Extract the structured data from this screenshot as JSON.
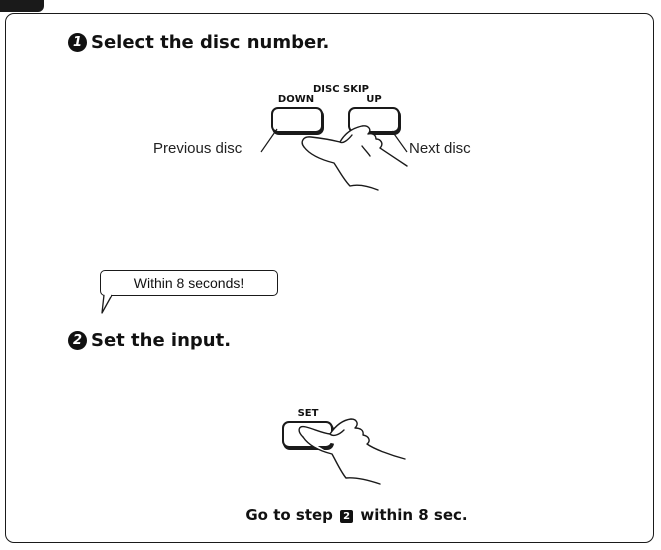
{
  "step1": {
    "number": "1",
    "title": "Select the disc number.",
    "group_label": "DISC SKIP",
    "down_label": "DOWN",
    "up_label": "UP",
    "previous_text": "Previous disc",
    "next_text": "Next disc"
  },
  "callout": {
    "text": "Within 8 seconds!"
  },
  "step2": {
    "number": "2",
    "title": "Set the input.",
    "set_label": "SET"
  },
  "footer": {
    "prefix": "Go to step",
    "badge": "2",
    "suffix": "within 8 sec."
  }
}
